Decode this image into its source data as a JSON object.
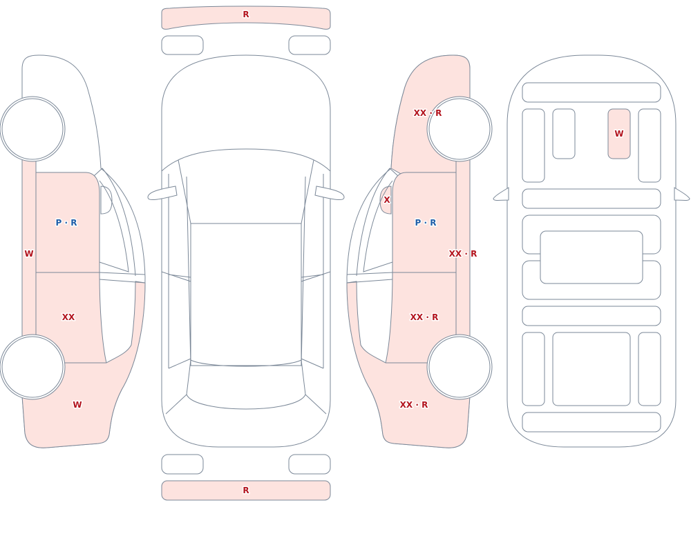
{
  "colors": {
    "damage_fill": "#fde3df",
    "outline": "#7a8797",
    "code_red": "#b3141e",
    "code_blue": "#1f5ea8"
  },
  "labels": {
    "front_bumper": "R",
    "rear_bumper": "R",
    "left_rocker": "W",
    "left_front_door": "P · R",
    "left_rear_door": "XX",
    "left_rear_quarter": "W",
    "right_front_fender": "XX · R",
    "right_mirror": "X",
    "right_front_door": "P · R",
    "right_rocker": "XX · R",
    "right_rear_door": "XX · R",
    "right_rear_quarter": "XX · R",
    "floor_panel": "W"
  }
}
